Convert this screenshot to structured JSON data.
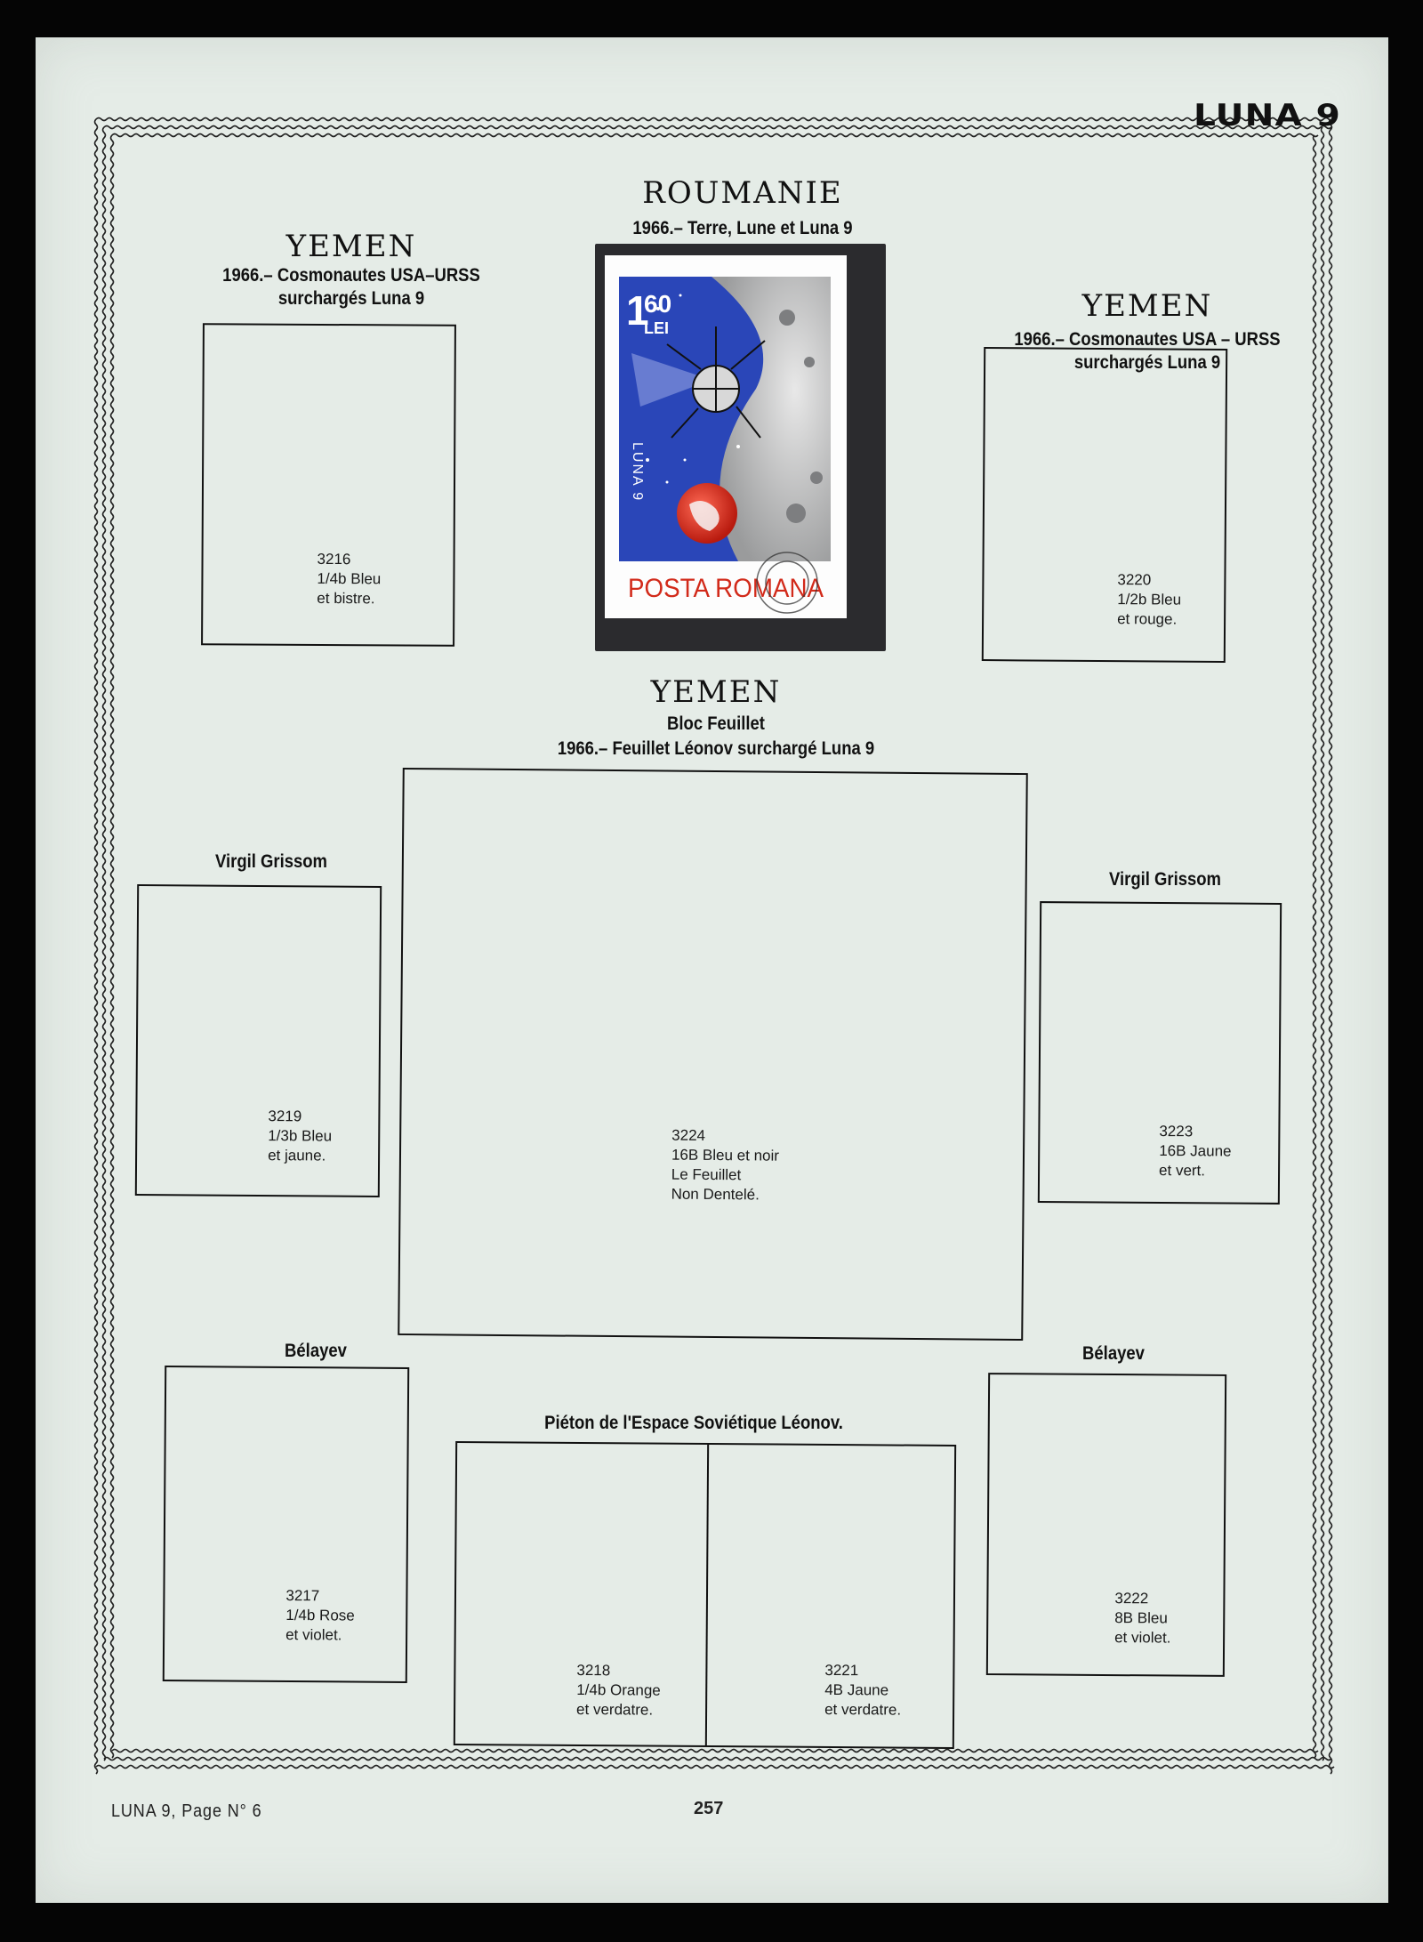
{
  "header": {
    "luna_label": "LUNA 9"
  },
  "footer": {
    "left_text": "LUNA 9, Page N° 6",
    "page_number": "257"
  },
  "top_left": {
    "title": "YEMEN",
    "line1": "1966.– Cosmonautes USA–URSS",
    "line2": "surchargés Luna 9",
    "slot": {
      "number": "3216",
      "line1": "1/4b Bleu",
      "line2": "et bistre."
    }
  },
  "top_center": {
    "title": "ROUMANIE",
    "line1": "1966.– Terre, Lune et Luna 9",
    "stamp": {
      "value_top": "1",
      "value_num": "60",
      "value_unit": "LEI",
      "vertical_text": "LUNA 9",
      "bottom_text": "POSTA ROMANA",
      "colors": {
        "sky": "#2a46b8",
        "moon": "#cfd0d0",
        "earth": "#d22a1a",
        "frame": "#ffffff"
      }
    }
  },
  "top_right": {
    "title": "YEMEN",
    "line1": "1966.– Cosmonautes USA – URSS",
    "line2": "surchargés Luna 9",
    "slot": {
      "number": "3220",
      "line1": "1/2b Bleu",
      "line2": "et rouge."
    }
  },
  "middle": {
    "title": "YEMEN",
    "line1": "Bloc Feuillet",
    "line2": "1966.– Feuillet Léonov surchargé Luna 9",
    "slot": {
      "number": "3224",
      "line1": "16B Bleu et noir",
      "line2": "Le Feuillet",
      "line3": "Non Dentelé."
    }
  },
  "left_mid": {
    "label": "Virgil Grissom",
    "slot": {
      "number": "3219",
      "line1": "1/3b Bleu",
      "line2": "et jaune."
    }
  },
  "right_mid": {
    "label": "Virgil Grissom",
    "slot": {
      "number": "3223",
      "line1": "16B Jaune",
      "line2": "et vert."
    }
  },
  "left_bottom": {
    "label": "Bélayev",
    "slot": {
      "number": "3217",
      "line1": "1/4b Rose",
      "line2": "et violet."
    }
  },
  "right_bottom": {
    "label": "Bélayev",
    "slot": {
      "number": "3222",
      "line1": "8B Bleu",
      "line2": "et violet."
    }
  },
  "bottom_center": {
    "label": "Piéton de l'Espace Soviétique Léonov.",
    "slot_a": {
      "number": "3218",
      "line1": "1/4b Orange",
      "line2": "et verdatre."
    },
    "slot_b": {
      "number": "3221",
      "line1": "4B Jaune",
      "line2": "et verdatre."
    }
  }
}
